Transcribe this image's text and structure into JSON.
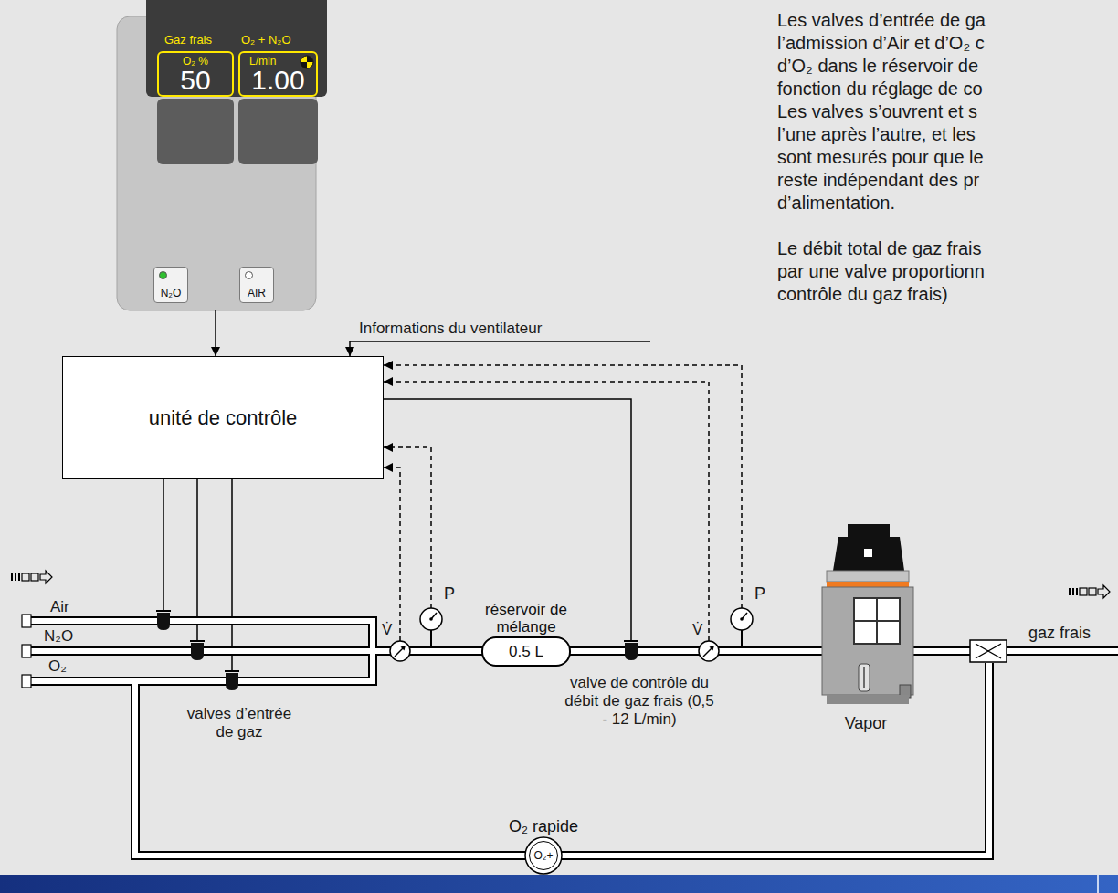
{
  "diagram": {
    "nodes": [
      {
        "text": [
          "Gaz frais",
          "O₂ + N₂O"
        ]
      },
      {
        "text": [
          "O₂ %",
          "50"
        ],
        "in": 0
      },
      {
        "text": [
          "L/min",
          "1.00"
        ],
        "in": 0
      },
      {
        "text": [
          "N₂O"
        ],
        "in": 0
      },
      {
        "text": [
          "AIR"
        ],
        "in": 0
      },
      {
        "text": [
          "unité de contrôle"
        ]
      },
      {
        "text": [
          "réservoir de mélange",
          "0.5 L"
        ]
      },
      {
        "text": [
          "O₂ rapide",
          "O₂+"
        ]
      }
    ],
    "edges": [
      {
        "from": 0,
        "to": 5,
        "arrow": "to"
      }
    ],
    "labels": [
      "Les valves d’entrée de ga",
      "l’admission d’Air et d’O₂ c",
      "d’O₂ dans le réservoir de",
      "fonction du réglage de co",
      "Les valves s’ouvrent et s",
      "l’une après l’autre, et les",
      "sont mesurés pour que le",
      "reste indépendant des pr",
      "d’alimentation.",
      "Le débit total de gaz frais",
      "par une valve proportionn",
      "contrôle du gaz frais)",
      "Informations du ventilateur",
      "Air",
      "N₂O",
      "O₂",
      "valves d’entrée de gaz",
      "V̇",
      "P",
      "V̇",
      "P",
      "valve de contrôle du débit de gaz frais (0,5 - 12 L/min)",
      "Vapor",
      "gaz frais"
    ]
  }
}
